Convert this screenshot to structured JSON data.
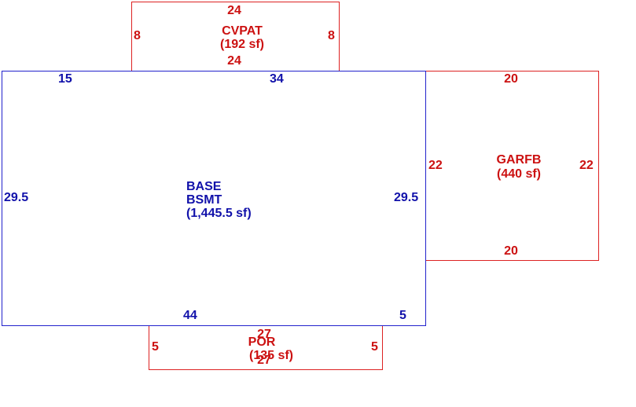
{
  "colors": {
    "red": "#dd2222",
    "blue": "#2222cc",
    "background": "#ffffff"
  },
  "areas": {
    "cvpat": {
      "name": "CVPAT",
      "area": "(192 sf)",
      "dim_top": "24",
      "dim_bottom": "24",
      "dim_left": "8",
      "dim_right": "8"
    },
    "base": {
      "name": "BASE",
      "name2": "BSMT",
      "area": "(1,445.5 sf)",
      "dim_top_left": "15",
      "dim_top_right": "34",
      "dim_left": "29.5",
      "dim_right": "29.5",
      "dim_bottom_left": "44",
      "dim_bottom_right": "5"
    },
    "garfb": {
      "name": "GARFB",
      "area": "(440 sf)",
      "dim_top": "20",
      "dim_bottom": "20",
      "dim_left": "22",
      "dim_right": "22"
    },
    "por": {
      "name": "POR",
      "area": "(135 sf)",
      "dim_top": "27",
      "dim_bottom": "27",
      "dim_left": "5",
      "dim_right": "5"
    }
  }
}
